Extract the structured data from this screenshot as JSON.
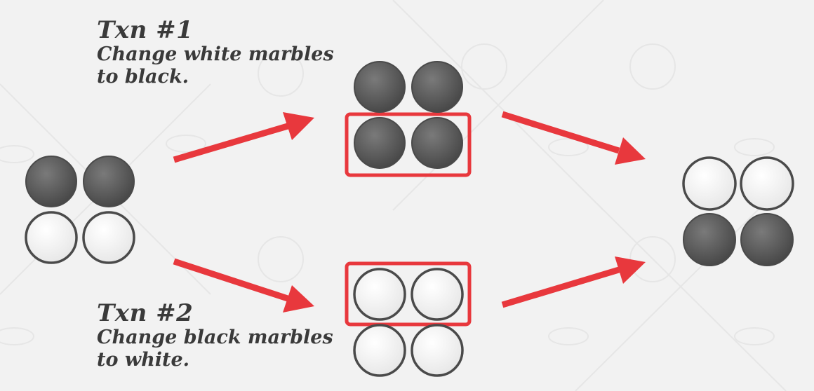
{
  "transactions": [
    {
      "title": "Txn #1",
      "line1": "Change white marbles",
      "line2": "to black."
    },
    {
      "title": "Txn #2",
      "line1": "Change black marbles",
      "line2": "to white."
    }
  ],
  "marble_groups": [
    {
      "id": "initial-state",
      "rows": [
        [
          "black",
          "black"
        ],
        [
          "white",
          "white"
        ]
      ],
      "highlighted_row": null
    },
    {
      "id": "txn1-result",
      "rows": [
        [
          "black",
          "black"
        ],
        [
          "black",
          "black"
        ]
      ],
      "highlighted_row": 1
    },
    {
      "id": "txn2-result",
      "rows": [
        [
          "white",
          "white"
        ],
        [
          "white",
          "white"
        ]
      ],
      "highlighted_row": 0
    },
    {
      "id": "final-state",
      "rows": [
        [
          "white",
          "white"
        ],
        [
          "black",
          "black"
        ]
      ],
      "highlighted_row": null
    }
  ],
  "colors": {
    "arrow": "#e8383d",
    "highlight": "#e8383d",
    "marble_black": "#5a5a5a",
    "marble_white": "#f7f7f7",
    "marble_stroke": "#4a4a4a",
    "text": "#3a3a3a",
    "background": "#f2f2f2"
  }
}
